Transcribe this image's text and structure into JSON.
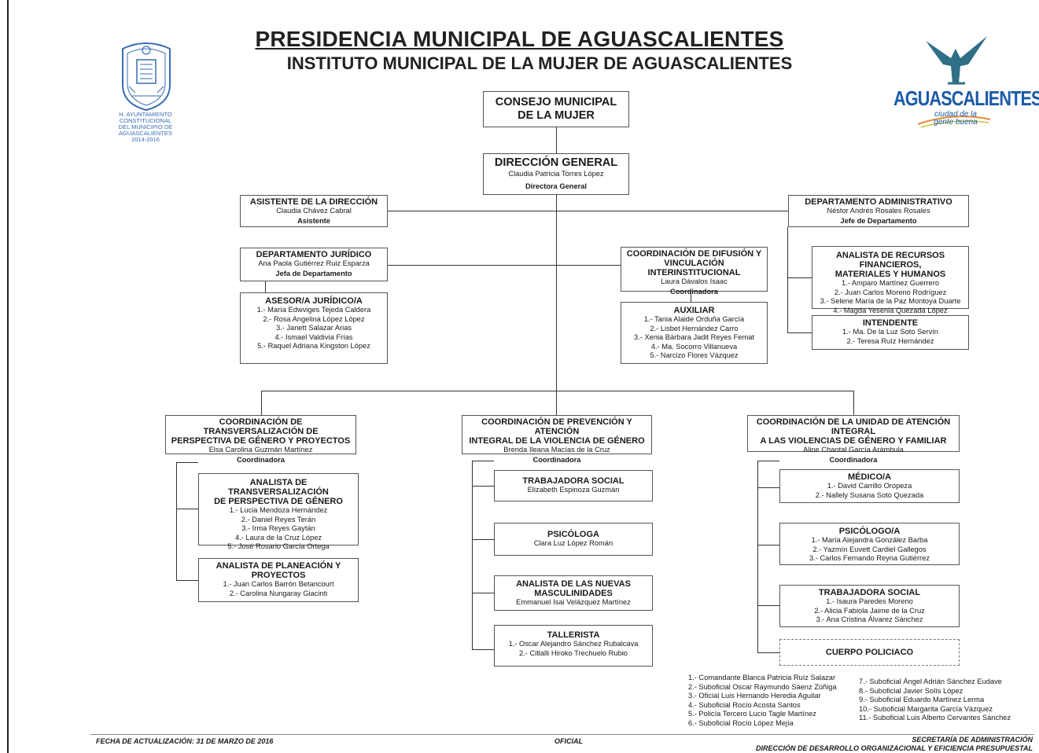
{
  "header": {
    "title": "PRESIDENCIA  MUNICIPAL DE AGUASCALIENTES",
    "subtitle": "INSTITUTO MUNICIPAL DE LA MUJER DE AGUASCALIENTES"
  },
  "logos": {
    "left_caption": [
      "H. AYUNTAMIENTO",
      "CONSTITUCIONAL",
      "DEL MUNICIPIO DE",
      "AGUASCALIENTES",
      "2014-2016"
    ],
    "right_word": "AGUASCALIENTES",
    "right_tagline": [
      "ciudad de la",
      "gente buena"
    ]
  },
  "boxes": {
    "consejo": {
      "title": [
        "CONSEJO MUNICIPAL",
        "DE LA MUJER"
      ]
    },
    "direccion": {
      "title": [
        "DIRECCIÓN GENERAL"
      ],
      "names": [
        "Claudia Patricia Torres López"
      ],
      "role": "Directora General"
    },
    "asistente": {
      "title": [
        "ASISTENTE DE LA DIRECCIÓN"
      ],
      "names": [
        "Claudia Chávez Cabral"
      ],
      "role": "Asistente"
    },
    "administrativo": {
      "title": [
        "DEPARTAMENTO ADMINISTRATIVO"
      ],
      "names": [
        "Néstor Andrés Rosales Rosales"
      ],
      "role": "Jefe de Departamento"
    },
    "juridico": {
      "title": [
        "DEPARTAMENTO JURÍDICO"
      ],
      "names": [
        "Ana Paola Gutiérrez Ruiz Esparza"
      ],
      "role": "Jefa de Departamento"
    },
    "asesor": {
      "title": [
        "ASESOR/A JURÍDICO/A"
      ],
      "names": [
        "1.- María Edwviges Tejeda Caldera",
        "2.- Rosa Angelina López López",
        "3.- Janett Salazar Arias",
        "4.- Ismael Valdivia Frías",
        "5.- Raquel Adriana Kingston López"
      ]
    },
    "difusion": {
      "title": [
        "COORDINACIÓN DE DIFUSIÓN Y",
        "VINCULACIÓN INTERINSTITUCIONAL"
      ],
      "names": [
        "Laura Dávalos Isaac"
      ],
      "role": "Coordinadora"
    },
    "auxiliar": {
      "title": [
        "AUXILIAR"
      ],
      "names": [
        "1.- Tania Alaide Orduña García",
        "2.- Lisbet Hernández Carro",
        "3.- Xenia Bárbara Jadit Reyes Femat",
        "4.- Ma. Socorro Villanueva",
        "5.- Narcizo Flores Vázquez"
      ]
    },
    "analista_rf": {
      "title": [
        "ANALISTA DE RECURSOS FINANCIEROS,",
        "MATERIALES Y HUMANOS"
      ],
      "names": [
        "1.- Amparo Martínez Guerrero",
        "2.- Juan Carlos Moreno Rodríguez",
        "3.- Selene María de la Paz Montoya Duarte",
        "4.- Magda Yesenia Quezada López"
      ]
    },
    "intendente": {
      "title": [
        "INTENDENTE"
      ],
      "names": [
        "1.- Ma. De la Luz Soto Servín",
        "2.- Teresa Ruíz Hernández"
      ]
    },
    "transversal": {
      "title": [
        "COORDINACIÓN DE TRANSVERSALIZACIÓN DE",
        "PERSPECTIVA DE GÉNERO Y PROYECTOS"
      ],
      "names": [
        "Elsa Carolina Guzmán Martínez"
      ],
      "role": "Coordinadora"
    },
    "prevencion": {
      "title": [
        "COORDINACIÓN DE PREVENCIÓN Y ATENCIÓN",
        "INTEGRAL DE LA VIOLENCIA DE GÉNERO"
      ],
      "names": [
        "Brenda Ileana Macías de la Cruz"
      ],
      "role": "Coordinadora"
    },
    "unidad": {
      "title": [
        "COORDINACIÓN DE LA UNIDAD DE ATENCIÓN INTEGRAL",
        "A LAS VIOLENCIAS DE GÉNERO Y FAMILIAR"
      ],
      "names": [
        "Aline Chantal García Arámbula"
      ],
      "role": "Coordinadora"
    },
    "analista_trans": {
      "title": [
        "ANALISTA DE TRANSVERSALIZACIÓN",
        "DE PERSPECTIVA DE GÉNERO"
      ],
      "names": [
        "1.- Lucia Mendoza Hernández",
        "2.- Daniel Reyes Terán",
        "3.- Irma Reyes Gaytán",
        "4.- Laura de la Cruz López",
        "5.- José Rosario García Ortega"
      ]
    },
    "analista_plan": {
      "title": [
        "ANALISTA DE PLANEACIÓN Y",
        "PROYECTOS"
      ],
      "names": [
        "1.- Juan Carlos Barrón Betancourt",
        "2.- Carolina Nungaray Giacinti"
      ]
    },
    "trabajadora1": {
      "title": [
        "TRABAJADORA SOCIAL"
      ],
      "names": [
        "Elizabeth Espinoza Guzmán"
      ]
    },
    "psicologa": {
      "title": [
        "PSICÓLOGA"
      ],
      "names": [
        "Clara Luz López Román"
      ]
    },
    "masculinidades": {
      "title": [
        "ANALISTA DE LAS NUEVAS",
        "MASCULINIDADES"
      ],
      "names": [
        "Emmanuel Isai Velázquez Martínez"
      ]
    },
    "tallerista": {
      "title": [
        "TALLERISTA"
      ],
      "names": [
        "1.- Oscar Alejandro Sánchez Rubalcava",
        "2.- Citlalli Hiroko Trechuelo Rubio"
      ]
    },
    "medico": {
      "title": [
        "MÉDICO/A"
      ],
      "names": [
        "1.- David Carrillo Oropeza",
        "2.- Nallely Susana Soto Quezada"
      ]
    },
    "psicologo": {
      "title": [
        "PSICÓLOGO/A"
      ],
      "names": [
        "1.- María Alejandra González Barba",
        "2.- Yazmín Euvett Cardiel Gallegos",
        "3.- Carlos Fernando Reyna Gutiérrez"
      ]
    },
    "trabajadora2": {
      "title": [
        "TRABAJADORA SOCIAL"
      ],
      "names": [
        "1.- Isaura Paredes Moreno",
        "2.- Alicia Fabiola Jaime de la Cruz",
        "3.- Ana Cristina Álvarez Sánchez"
      ]
    },
    "policia": {
      "title": [
        "CUERPO POLICIACO"
      ]
    }
  },
  "police_list_left": [
    "1.- Comandante Blanca Patricia Ruíz Salazar",
    "2.- Suboficial Oscar Raymundo Sáenz Zúñiga",
    "3.- Oficial Luis Hernando Heredia Aguilar",
    "4.- Suboficial Rocío Acosta Santos",
    "5.- Policía Tercero Lucio Tagle Martínez",
    "6.- Suboficial Rocío López Mejía"
  ],
  "police_list_right": [
    "7.- Suboficial Ángel Adrián Sánchez Eudave",
    "8.- Suboficial Javier Solís López",
    "9.- Suboficial Eduardo Martínez Lerma",
    "10.- Suboficial Margarita García Vázquez",
    "11.- Suboficial Luis Alberto Cervantes Sánchez"
  ],
  "footer": {
    "date": "FECHA DE ACTUALIZACIÓN: 31 DE MARZO DE 2016",
    "oficial": "OFICIAL",
    "secretaria": "SECRETARÍA DE ADMINISTRACIÓN",
    "direccion": "DIRECCIÓN  DE DESARROLLO ORGANIZACIONAL Y EFICIENCIA PRESUPUESTAL"
  },
  "colors": {
    "logo_blue": "#1b5aa8",
    "seal_blue": "#3a6db3",
    "line": "#333333"
  }
}
